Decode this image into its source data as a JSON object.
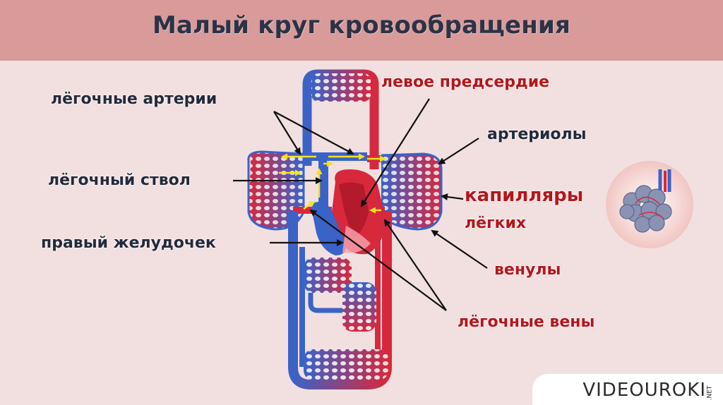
{
  "title": "Малый круг кровообращения",
  "labels": {
    "pulmonary_arteries": "лёгочные артерии",
    "left_atrium": "левое предсердие",
    "arterioles": "артериолы",
    "pulmonary_trunk": "лёгочный ствол",
    "capillaries_line1": "капилляры",
    "capillaries_line2": "лёгких",
    "right_ventricle": "правый желудочек",
    "venules": "венулы",
    "pulmonary_veins": "лёгочные вены"
  },
  "watermark": {
    "text": "VIDEOUROKI",
    "suffix": ".NET"
  },
  "colors": {
    "background": "#f2e0e0",
    "title_bar": "#d99a9a",
    "venous_blue": "#3a63c8",
    "arterial_red": "#d8283c",
    "arrow_yellow": "#f4e21a",
    "label_dark": "#242a3a",
    "label_red": "#b3161c"
  }
}
